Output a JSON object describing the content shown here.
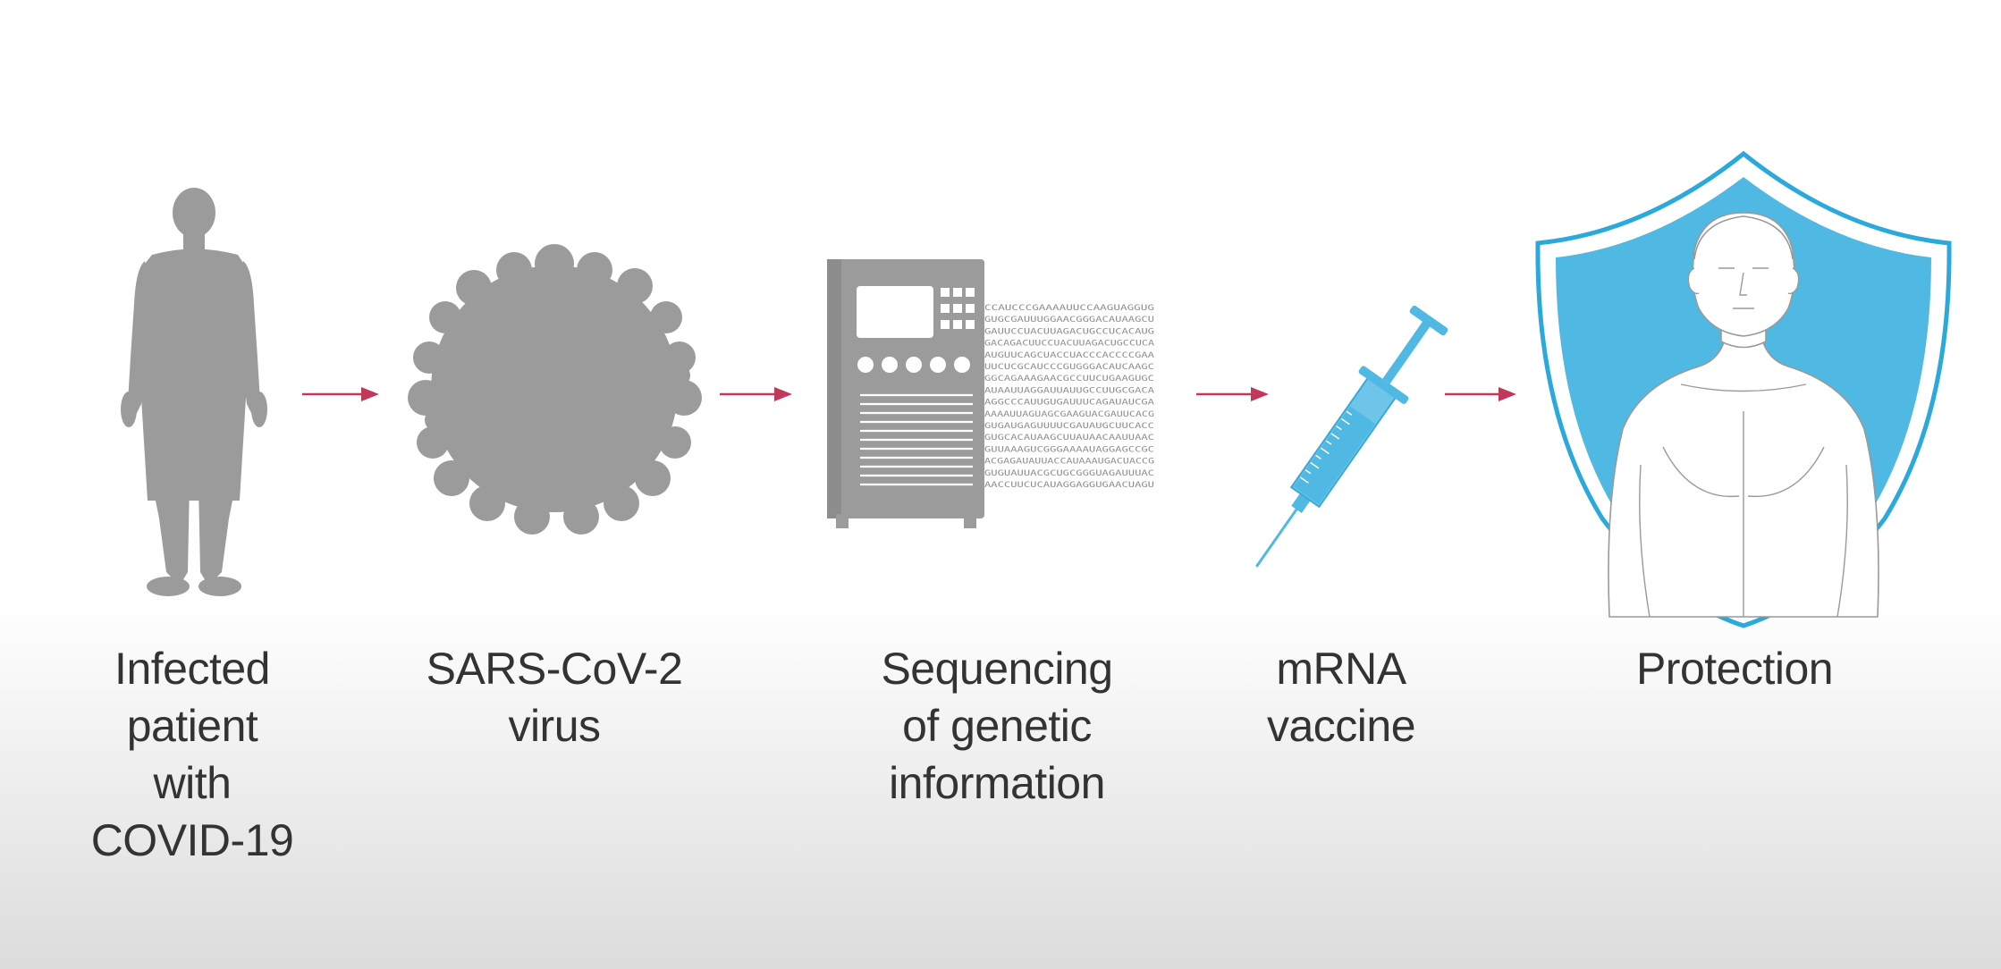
{
  "steps": [
    {
      "id": "patient",
      "label_lines": [
        "Infected",
        "patient",
        "with",
        "COVID-19"
      ],
      "icon": "human-silhouette-icon"
    },
    {
      "id": "virus",
      "label_lines": [
        "SARS-CoV-2",
        "virus"
      ],
      "icon": "virus-particle-icon"
    },
    {
      "id": "sequencing",
      "label_lines": [
        "Sequencing",
        "of genetic",
        "information"
      ],
      "icon": "sequencer-machine-icon"
    },
    {
      "id": "mrna",
      "label_lines": [
        "mRNA",
        "vaccine"
      ],
      "icon": "syringe-icon"
    },
    {
      "id": "protection",
      "label_lines": [
        "Protection"
      ],
      "icon": "shield-person-icon"
    }
  ],
  "rna_sequence_lines": [
    "CCAUCCCGAAAAUUCCAAGUAGGUG",
    "GUGCGAUUUGGAACGGGACAUAAGCU",
    "GAUUCCUACUUAGACUGCCUCACAUG",
    "GACAGACUUCCUACUUAGACUGCCUCA",
    "AUGUUCAGCUACCUACCCACCCCGAA",
    "UUCUCGCAUCCCGUGGGACAUCAAGC",
    "GGCAGAAAGAACGCCUUCUGAAGUGC",
    "AUAAUUAGGAUUAUUGCCUUGCGACA",
    "AGGCCCAUUGUGAUUUCAGAUAUCGA",
    "AAAAUUAGUAGCGAAGUACGAUUCACG",
    "GUGAUGAGUUUUCGAUAUGCUUCACC",
    "GUGCACAUAAGCUUAUAACAAUUAAC",
    "GUUAAAGUCGGGAAAAUAGGAGCCGC",
    "ACGAGAUAUUACCAUAAAUGACUACCG",
    "GUGUAUUACGCUGCGGGUAGAUUUAC",
    "AACCUUCUCAUAGGAGGUGAACUAGU"
  ],
  "colors": {
    "icon_gray": "#9b9b9b",
    "arrow": "#c2385a",
    "shield_blue": "#4fb8e3",
    "shield_outline": "#2ba9dc",
    "syringe_blue": "#4fb8e3",
    "label_text": "#333333"
  }
}
